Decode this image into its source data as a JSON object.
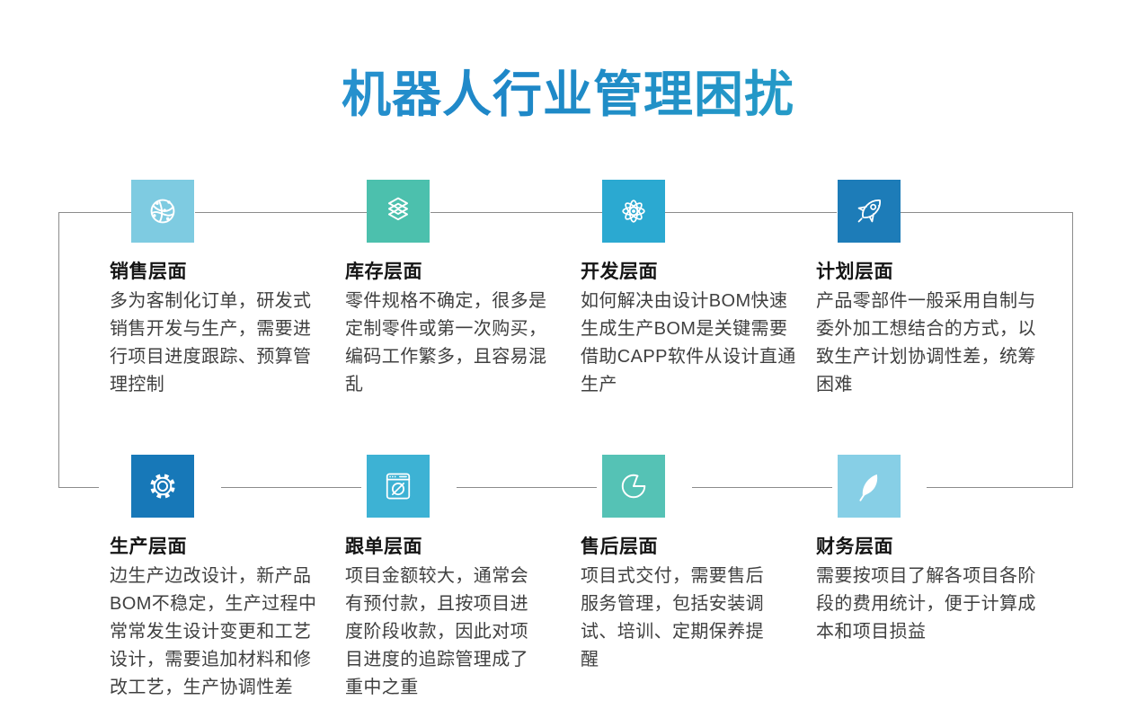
{
  "title": "机器人行业管理困扰",
  "theme": {
    "title_gradient_start": "#3aa9dc",
    "title_gradient_mid": "#1d86c7",
    "title_gradient_end": "#2fb4c8",
    "connector_line_color": "#8c8c8c",
    "heading_color": "#151515",
    "body_color": "#404040"
  },
  "sections": [
    {
      "id": "sales",
      "icon": "network-globe-icon",
      "icon_bg": "#7ecbe1",
      "heading": "销售层面",
      "body": "多为客制化订单，研发式销售开发与生产，需要进行项目进度跟踪、预算管理控制"
    },
    {
      "id": "inventory",
      "icon": "layers-icon",
      "icon_bg": "#4cc0ad",
      "heading": "库存层面",
      "body": "零件规格不确定，很多是定制零件或第一次购买，编码工作繁多，且容易混乱"
    },
    {
      "id": "development",
      "icon": "atom-icon",
      "icon_bg": "#2ba9d1",
      "heading": "开发层面",
      "body": "如何解决由设计BOM快速生成生产BOM是关键需要借助CAPP软件从设计直通生产"
    },
    {
      "id": "planning",
      "icon": "rocket-icon",
      "icon_bg": "#1d7cb8",
      "heading": "计划层面",
      "body": "产品零部件一般采用自制与委外加工想结合的方式，以致生产计划协调性差，统筹困难"
    },
    {
      "id": "production",
      "icon": "gear-icon",
      "icon_bg": "#1778b8",
      "heading": "生产层面",
      "body": "边生产边改设计，新产品BOM不稳定，生产过程中常常发生设计变更和工艺设计，需要追加材料和修改工艺，生产协调性差"
    },
    {
      "id": "order-tracking",
      "icon": "browser-compass-icon",
      "icon_bg": "#3db2d4",
      "heading": "跟单层面",
      "body": "项目金额较大，通常会有预付款，且按项目进度阶段收款，因此对项目进度的追踪管理成了重中之重"
    },
    {
      "id": "after-sales",
      "icon": "pie-chart-icon",
      "icon_bg": "#55c2b5",
      "heading": "售后层面",
      "body": "项目式交付，需要售后服务管理，包括安装调试、培训、定期保养提醒"
    },
    {
      "id": "finance",
      "icon": "feather-icon",
      "icon_bg": "#87cfe6",
      "heading": "财务层面",
      "body": "需要按项目了解各项目各阶段的费用统计，便于计算成本和项目损益"
    }
  ]
}
